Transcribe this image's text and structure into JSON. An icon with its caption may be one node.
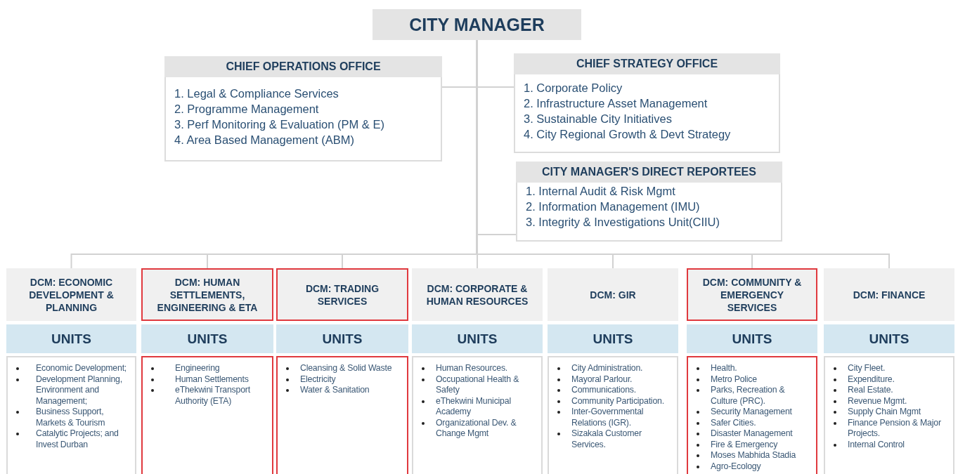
{
  "diagram": {
    "nodes": [
      {
        "text": [
          "CITY MANAGER"
        ]
      },
      {
        "text": [
          "CHIEF OPERATIONS OFFICE",
          "1. Legal & Compliance Services",
          "2. Programme Management",
          "3. Perf Monitoring & Evaluation (PM & E)",
          "4. Area Based Management (ABM)"
        ]
      },
      {
        "text": [
          "CHIEF STRATEGY OFFICE",
          "1. Corporate Policy",
          "2. Infrastructure Asset Management",
          "3. Sustainable City Initiatives",
          "4. City Regional Growth & Devt Strategy"
        ]
      },
      {
        "text": [
          "CITY MANAGER'S DIRECT REPORTEES",
          "1. Internal Audit & Risk Mgmt",
          "2. Information Management (IMU)",
          "3. Integrity & Investigations Unit(CIIU)"
        ]
      },
      {
        "text": [
          "DCM: ECONOMIC DEVELOPMENT & PLANNING"
        ]
      },
      {
        "text": [
          "UNITS"
        ]
      },
      {
        "text": [
          "Economic Development;",
          "Development Planning, Environment and Management;",
          "Business Support, Markets & Tourism",
          "Catalytic Projects; and Invest Durban"
        ]
      },
      {
        "text": [
          "DCM: HUMAN SETTLEMENTS, ENGINEERING & ETA"
        ]
      },
      {
        "text": [
          "UNITS"
        ]
      },
      {
        "text": [
          "Engineering",
          "Human Settlements",
          "eThekwini Transport Authority (ETA)"
        ]
      },
      {
        "text": [
          "DCM: TRADING SERVICES"
        ]
      },
      {
        "text": [
          "UNITS"
        ]
      },
      {
        "text": [
          "Cleansing & Solid Waste",
          "Electricity",
          "Water & Sanitation"
        ]
      },
      {
        "text": [
          "DCM: CORPORATE & HUMAN RESOURCES"
        ]
      },
      {
        "text": [
          "UNITS"
        ]
      },
      {
        "text": [
          "Human Resources.",
          "Occupational Health & Safety",
          "eThekwini Municipal Academy",
          "Organizational Dev. & Change Mgmt"
        ]
      },
      {
        "text": [
          "DCM: GIR"
        ]
      },
      {
        "text": [
          "UNITS"
        ]
      },
      {
        "text": [
          "City Administration.",
          "Mayoral Parlour.",
          "Communications.",
          "Community Participation.",
          "Inter-Governmental Relations (IGR).",
          "Sizakala Customer Services."
        ]
      },
      {
        "text": [
          "DCM: COMMUNITY & EMERGENCY SERVICES"
        ]
      },
      {
        "text": [
          "UNITS"
        ]
      },
      {
        "text": [
          "Health.",
          "Metro Police",
          "Parks, Recreation & Culture (PRC).",
          "Security Management",
          "Safer Cities.",
          "Disaster Management",
          "Fire & Emergency",
          "Moses Mabhida Stadia",
          "Agro-Ecology"
        ]
      },
      {
        "text": [
          "DCM: FINANCE"
        ]
      },
      {
        "text": [
          "UNITS"
        ]
      },
      {
        "text": [
          "City Fleet.",
          "Expenditure.",
          "Real Estate.",
          "Revenue Mgmt.",
          "Supply Chain Mgmt",
          "Finance Pension & Major Projects.",
          "Internal Control"
        ]
      }
    ],
    "edges": [
      {
        "from": 0,
        "to": 1,
        "arrow": "none"
      },
      {
        "from": 0,
        "to": 2,
        "arrow": "none"
      },
      {
        "from": 0,
        "to": 3,
        "arrow": "none"
      },
      {
        "from": 0,
        "to": 4,
        "arrow": "none"
      },
      {
        "from": 0,
        "to": 7,
        "arrow": "none"
      },
      {
        "from": 0,
        "to": 10,
        "arrow": "none"
      },
      {
        "from": 0,
        "to": 13,
        "arrow": "none"
      },
      {
        "from": 0,
        "to": 16,
        "arrow": "none"
      },
      {
        "from": 0,
        "to": 19,
        "arrow": "none"
      },
      {
        "from": 0,
        "to": 22,
        "arrow": "none"
      }
    ]
  }
}
